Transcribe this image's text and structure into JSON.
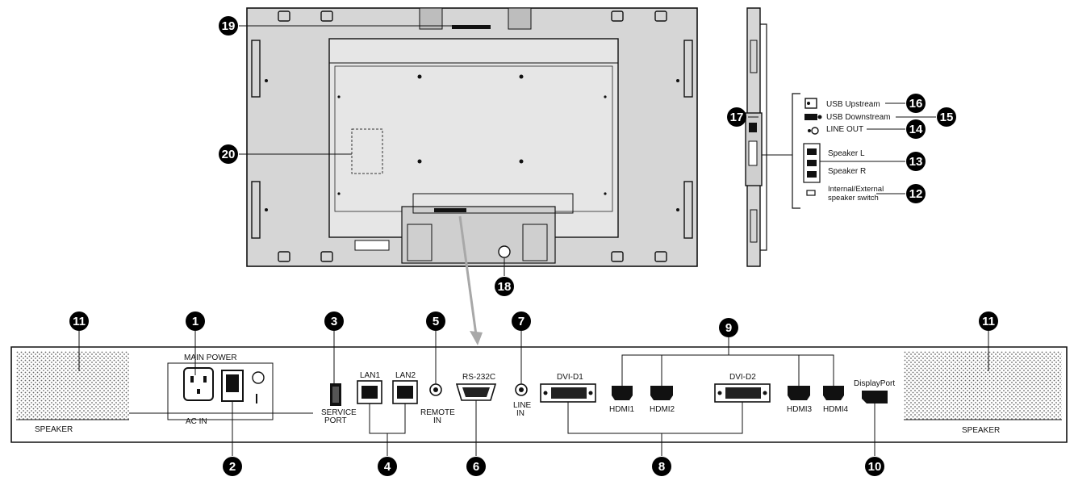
{
  "callouts": {
    "c1": "1",
    "c2": "2",
    "c3": "3",
    "c4": "4",
    "c5": "5",
    "c6": "6",
    "c7": "7",
    "c8": "8",
    "c9": "9",
    "c10": "10",
    "c11a": "11",
    "c11b": "11",
    "c12": "12",
    "c13": "13",
    "c14": "14",
    "c15": "15",
    "c16": "16",
    "c17": "17",
    "c18": "18",
    "c19": "19",
    "c20": "20"
  },
  "side_panel": {
    "usb_up": "USB Upstream",
    "usb_down": "USB Downstream",
    "line_out": "LINE OUT",
    "speaker_l": "Speaker L",
    "speaker_r": "Speaker R",
    "switch_line1": "Internal/External",
    "switch_line2": "speaker switch"
  },
  "terminal_panel": {
    "speaker_left": "SPEAKER",
    "speaker_right": "SPEAKER",
    "main_power": "MAIN POWER",
    "ac_in": "AC IN",
    "service_line1": "SERVICE",
    "service_line2": "PORT",
    "lan1": "LAN1",
    "lan2": "LAN2",
    "remote_line1": "REMOTE",
    "remote_line2": "IN",
    "rs232c": "RS-232C",
    "line_in_line1": "LINE",
    "line_in_line2": "IN",
    "dvi_d1": "DVI-D1",
    "dvi_d2": "DVI-D2",
    "hdmi1": "HDMI1",
    "hdmi2": "HDMI2",
    "hdmi3": "HDMI3",
    "hdmi4": "HDMI4",
    "displayport": "DisplayPort"
  },
  "colors": {
    "ink": "#111111",
    "panel_fill": "#d8d8d8",
    "arrow": "#a8a8a8"
  }
}
